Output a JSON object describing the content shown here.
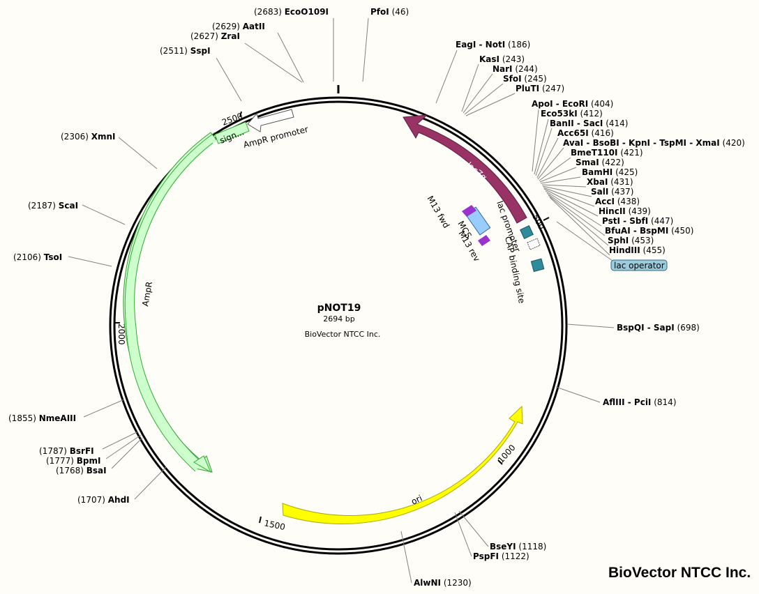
{
  "plasmid": {
    "name": "pNOT19",
    "length": "2694 bp",
    "author": "BioVector NTCC Inc."
  },
  "brand": "BioVector NTCC Inc.",
  "ruler_ticks": [
    "500",
    "1000",
    "1500",
    "2000",
    "2500"
  ],
  "enzymes": [
    {
      "pos": "(2683)",
      "name": "EcoO109I"
    },
    {
      "pos": "(46)",
      "name": "PfoI"
    },
    {
      "pos": "(2629)",
      "name": "AatII"
    },
    {
      "pos": "(2627)",
      "name": "ZraI"
    },
    {
      "pos": "(2511)",
      "name": "SspI"
    },
    {
      "pos": "(186)",
      "name": "EagI - NotI"
    },
    {
      "pos": "(243)",
      "name": "KasI"
    },
    {
      "pos": "(244)",
      "name": "NarI"
    },
    {
      "pos": "(245)",
      "name": "SfoI"
    },
    {
      "pos": "(247)",
      "name": "PluTI"
    },
    {
      "pos": "(404)",
      "name": "ApoI - EcoRI"
    },
    {
      "pos": "(412)",
      "name": "Eco53kI"
    },
    {
      "pos": "(414)",
      "name": "BanII - SacI"
    },
    {
      "pos": "(416)",
      "name": "Acc65I"
    },
    {
      "pos": "(420)",
      "name": "AvaI - BsoBI - KpnI - TspMI - XmaI"
    },
    {
      "pos": "(421)",
      "name": "BmeT110I"
    },
    {
      "pos": "(422)",
      "name": "SmaI"
    },
    {
      "pos": "(425)",
      "name": "BamHI"
    },
    {
      "pos": "(431)",
      "name": "XbaI"
    },
    {
      "pos": "(437)",
      "name": "SalI"
    },
    {
      "pos": "(438)",
      "name": "AccI"
    },
    {
      "pos": "(439)",
      "name": "HincII"
    },
    {
      "pos": "(447)",
      "name": "PstI - SbfI"
    },
    {
      "pos": "(450)",
      "name": "BfuAI - BspMI"
    },
    {
      "pos": "(453)",
      "name": "SphI"
    },
    {
      "pos": "(455)",
      "name": "HindIII"
    },
    {
      "pos": "(698)",
      "name": "BspQI - SapI"
    },
    {
      "pos": "(814)",
      "name": "AflIII - PciI"
    },
    {
      "pos": "(1118)",
      "name": "BseYI"
    },
    {
      "pos": "(1122)",
      "name": "PspFI"
    },
    {
      "pos": "(1230)",
      "name": "AlwNI"
    },
    {
      "pos": "(1707)",
      "name": "AhdI"
    },
    {
      "pos": "(1768)",
      "name": "BsaI"
    },
    {
      "pos": "(1777)",
      "name": "BpmI"
    },
    {
      "pos": "(1787)",
      "name": "BsrFI"
    },
    {
      "pos": "(1855)",
      "name": "NmeAIII"
    },
    {
      "pos": "(2106)",
      "name": "TsoI"
    },
    {
      "pos": "(2187)",
      "name": "ScaI"
    },
    {
      "pos": "(2306)",
      "name": "XmnI"
    }
  ],
  "features": {
    "lacZa": "lacZα",
    "ampr": "AmpR",
    "ampr_promoter": "AmpR promoter",
    "signal": "sign...",
    "ori": "ori",
    "m13_fwd": "M13 fwd",
    "m13_rev": "M13 rev",
    "mcs": "MCS",
    "lac_promoter": "lac promoter",
    "cap_site": "CAP binding site",
    "lac_operator": "lac operator"
  },
  "colors": {
    "lacZa": "#993366",
    "ampr": "#ccffcc",
    "ori": "#ffff00",
    "mcs": "#99ccff",
    "primer": "#9933cc",
    "promoter_box": "#2e8b9b",
    "lac_operator": "#99ccdd",
    "backbone": "#000000"
  }
}
